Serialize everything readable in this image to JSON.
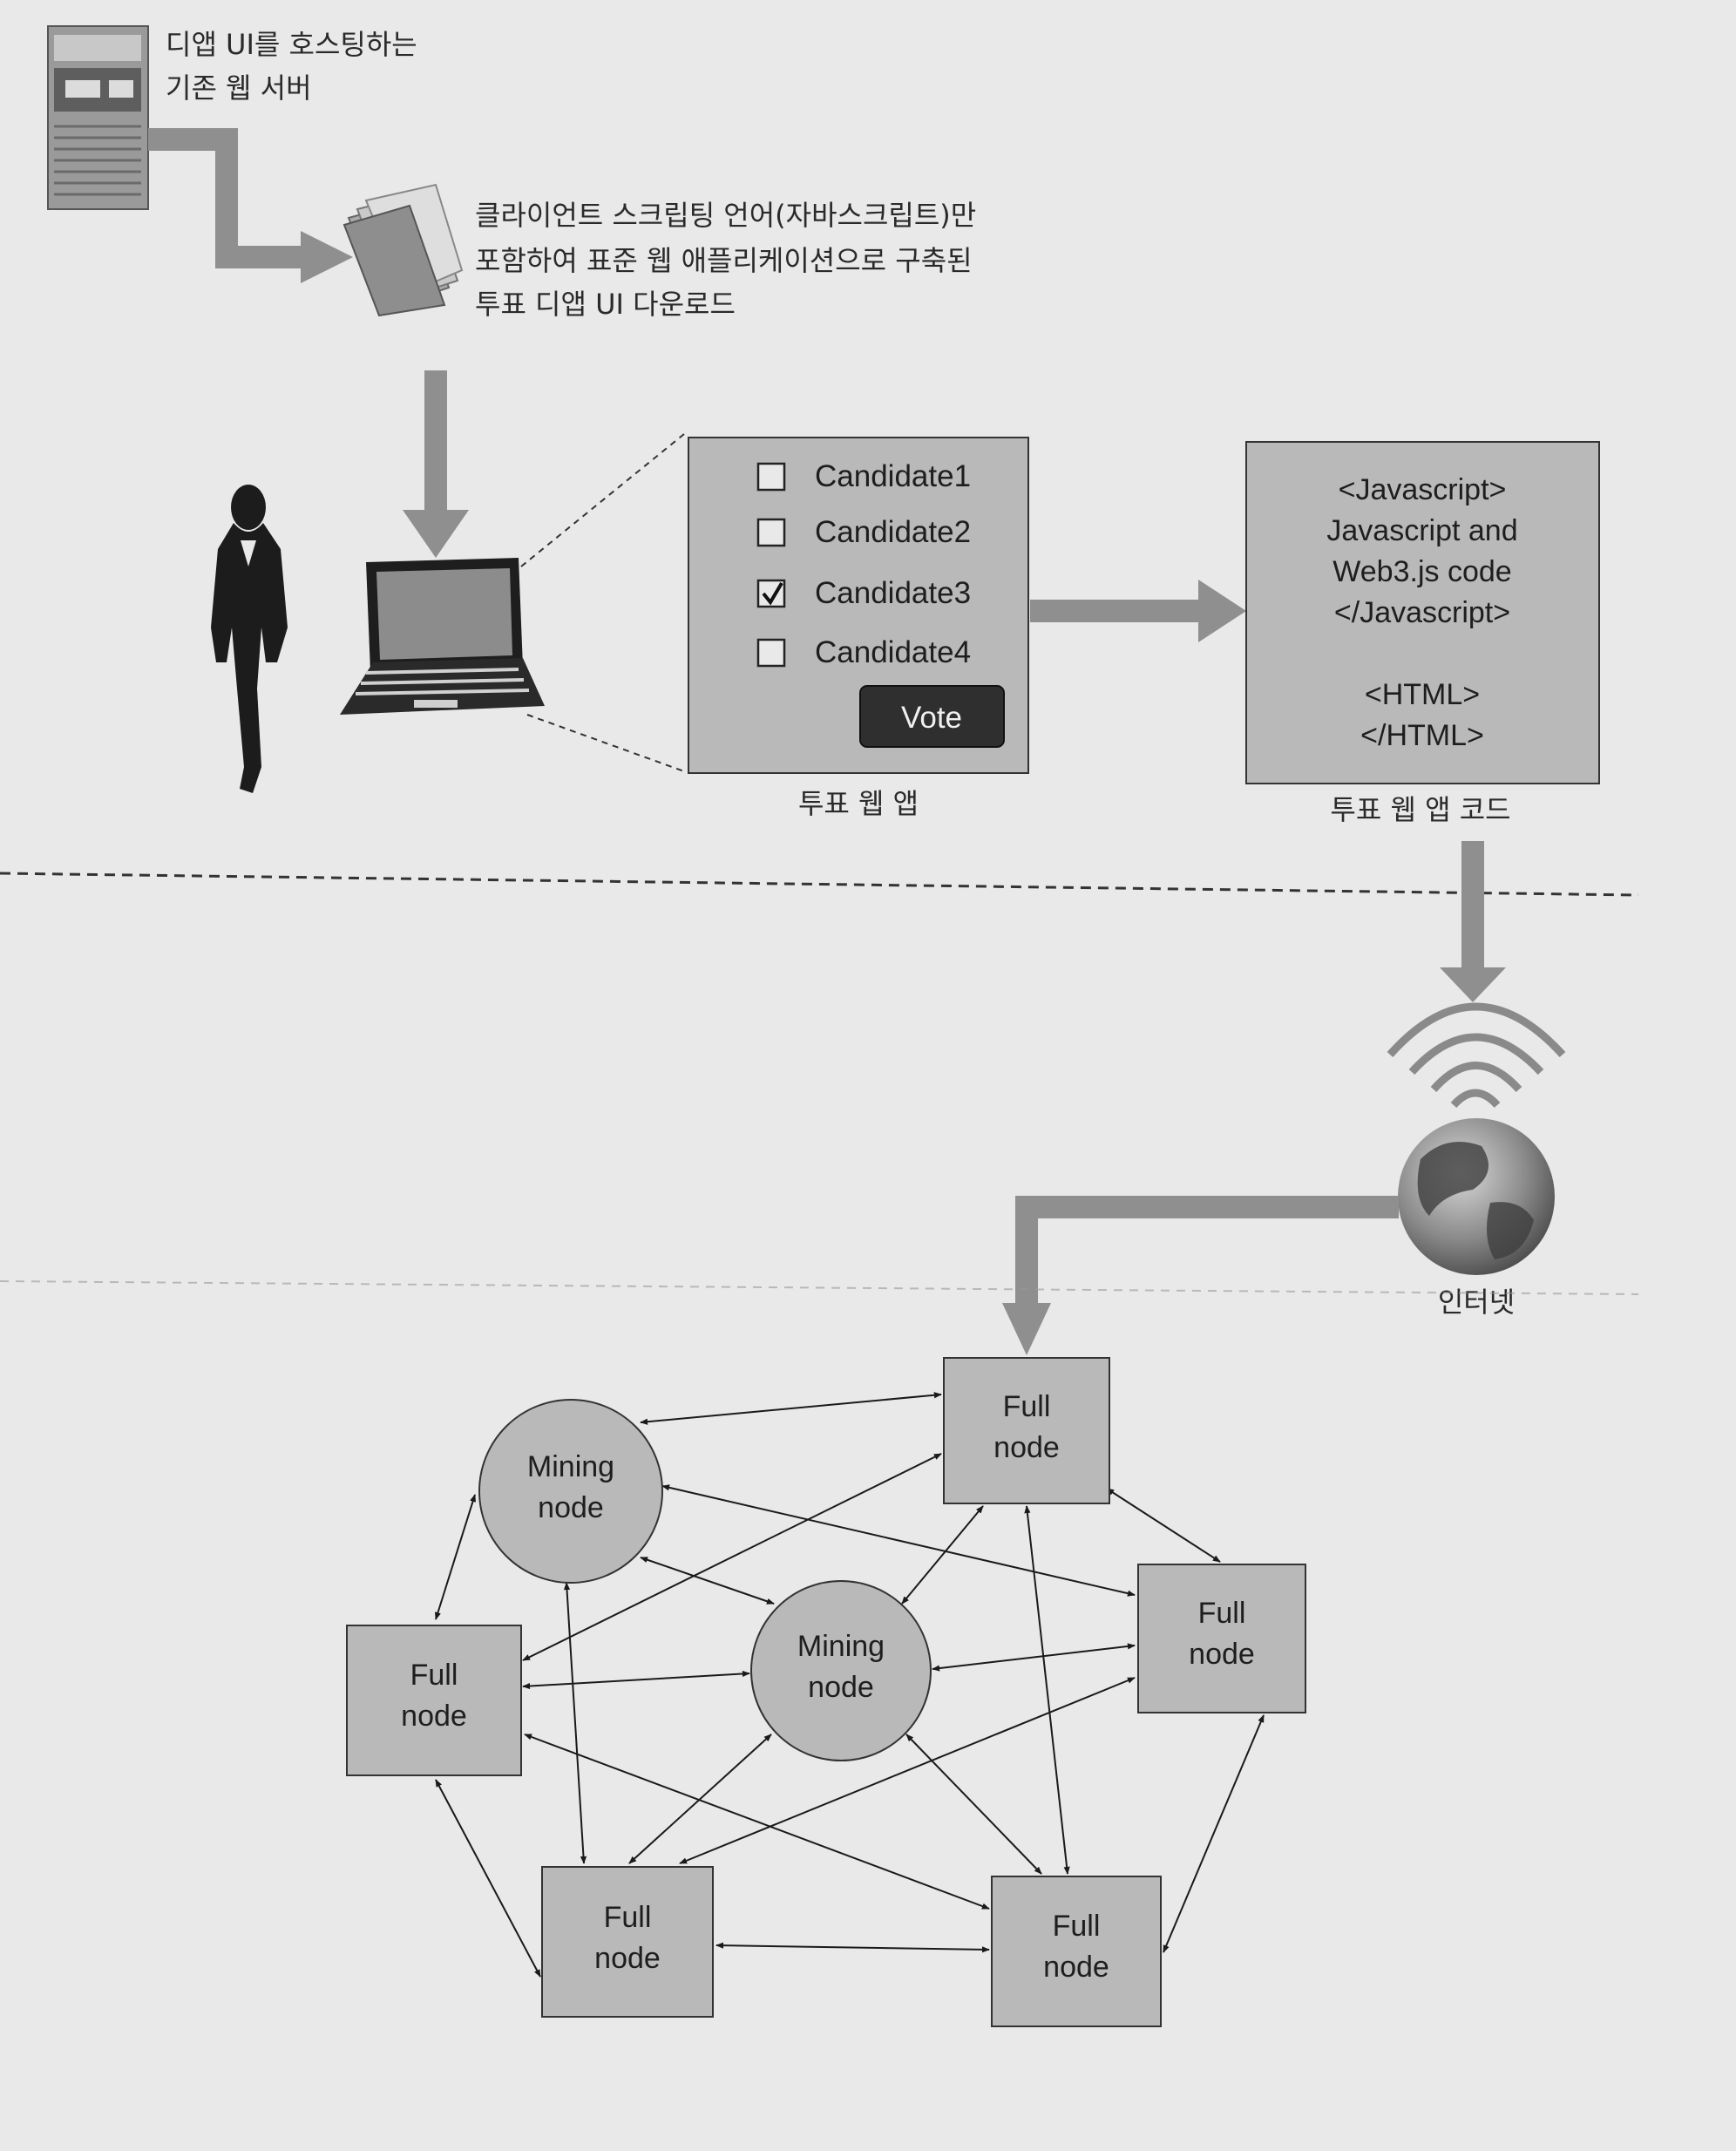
{
  "server_caption": [
    "디앱 UI를 호스팅하는",
    "기존 웹 서버"
  ],
  "download_caption": [
    "클라이언트 스크립팅 언어(자바스크립트)만",
    "포함하여 표준 웹 애플리케이션으로 구축된",
    "투표 디앱 UI 다운로드"
  ],
  "voting_app": {
    "candidates": [
      {
        "label": "Candidate1",
        "checked": false
      },
      {
        "label": "Candidate2",
        "checked": false
      },
      {
        "label": "Candidate3",
        "checked": true
      },
      {
        "label": "Candidate4",
        "checked": false
      }
    ],
    "vote_button": "Vote",
    "caption": "투표 웹 앱"
  },
  "code_box": {
    "lines": [
      "<Javascript>",
      "Javascript and",
      "Web3.js code",
      "</Javascript>",
      "",
      "<HTML>",
      "</HTML>"
    ],
    "caption": "투표 웹 앱 코드"
  },
  "internet_label": "인터넷",
  "network": {
    "full_node_label": [
      "Full",
      "node"
    ],
    "mining_node_label": [
      "Mining",
      "node"
    ]
  },
  "colors": {
    "background": "#e9e9e9",
    "node_fill": "#b9b9b9",
    "arrow_gray": "#8f8f8f",
    "vote_button": "#2f2f2f"
  }
}
